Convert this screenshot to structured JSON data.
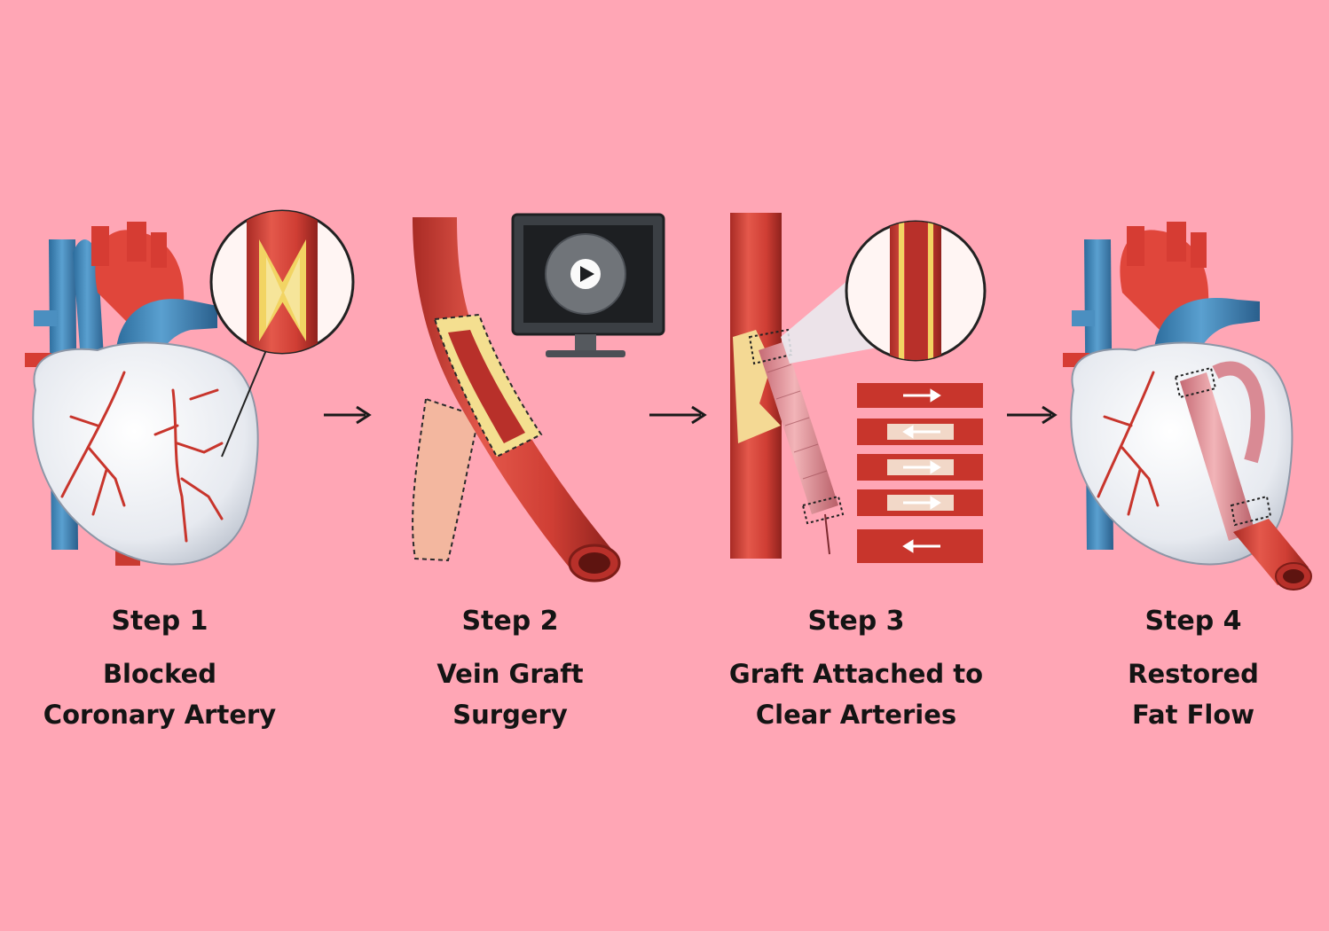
{
  "steps": [
    {
      "step": "Step 1",
      "desc": "Blocked\nCoronary Artery"
    },
    {
      "step": "Step 2",
      "desc": "Vein Graft\nSurgery"
    },
    {
      "step": "Step 3",
      "desc": "Graft Attached to\nClear Arteries"
    },
    {
      "step": "Step 4",
      "desc": "Restored\nFat Flow"
    }
  ],
  "colors": {
    "background": "#ffa6b5",
    "artery": "#d9443a",
    "vein": "#3f86b8",
    "plaque": "#f2d463",
    "heart_tissue": "#eef0f4",
    "graft": "#e8919a"
  },
  "icons": [
    "play-icon",
    "arrow-right-icon"
  ]
}
